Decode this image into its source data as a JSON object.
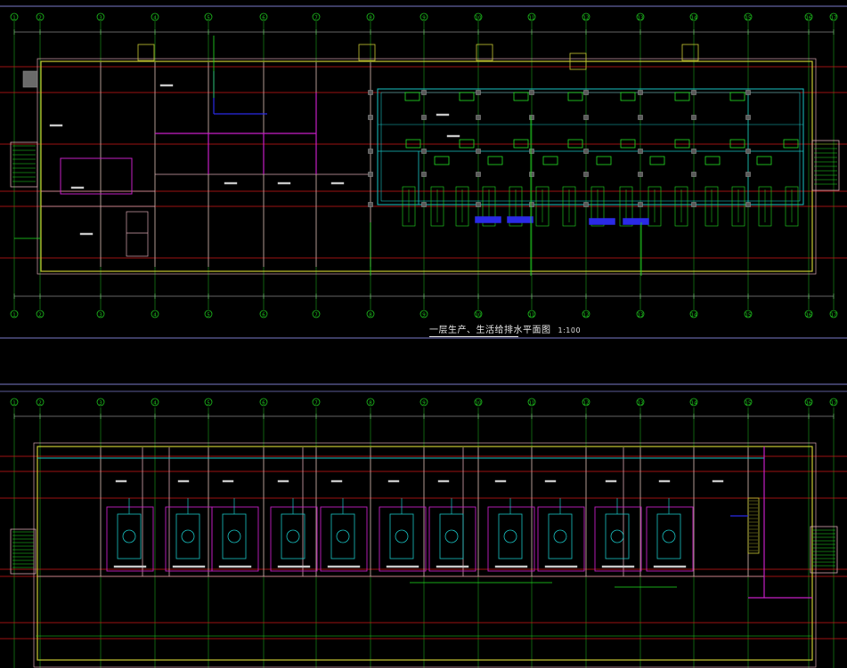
{
  "drawing": {
    "plan1_title": "一层生产、生活给排水平面图",
    "plan1_scale": "1:100",
    "axis_labels": [
      "1",
      "2",
      "3",
      "4",
      "5",
      "6",
      "7",
      "8",
      "9",
      "10",
      "11",
      "12",
      "13",
      "14",
      "15",
      "16",
      "17"
    ],
    "colors": {
      "background": "#000000",
      "grid_red": "#d01818",
      "wall": "#d8a6b0",
      "axis_green": "#1ec21e",
      "pipe_cyan": "#19c4c4",
      "pipe_green": "#22e022",
      "pipe_magenta": "#c51fc5",
      "pipe_blue": "#2a2ae6",
      "dim_white": "#c8c8c8",
      "wall_yellow": "#c8c832",
      "equip_gray": "#8c8c8c"
    }
  }
}
